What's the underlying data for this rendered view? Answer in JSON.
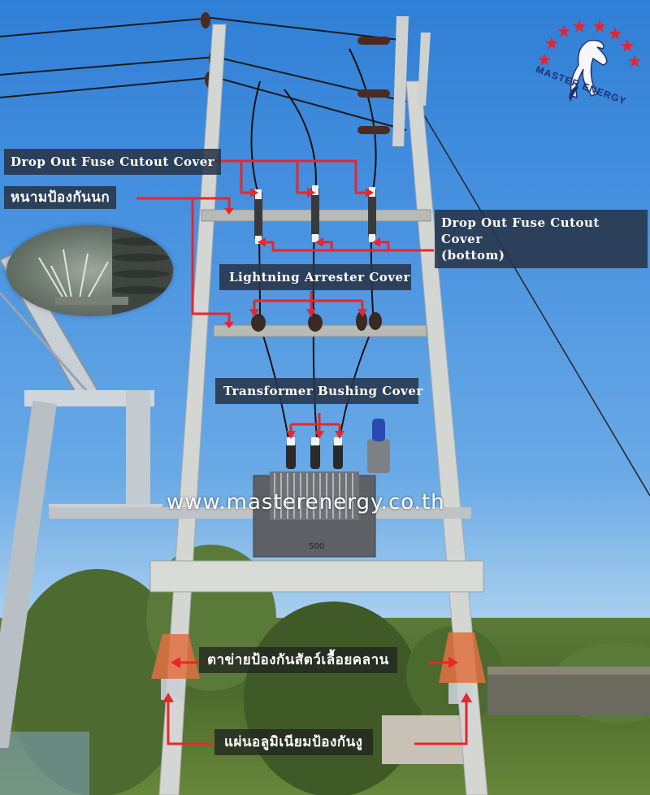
{
  "diagram": {
    "type": "annotated-photo",
    "subject": "Overhead electric pole with transformer and protective covers",
    "brand": {
      "name": "MASTER ENERGY",
      "star_count": 8,
      "colors": {
        "star": "#e5252a",
        "text": "#1e2f7a",
        "horse": "#ffffff"
      }
    },
    "website": "www.masterenergy.co.th",
    "transformer_plate": "500",
    "labels": [
      {
        "id": "drop-out-fuse-cutout-cover",
        "text": "Drop Out Fuse Cutout Cover"
      },
      {
        "id": "bird-guard-spikes",
        "text": "หนามป้องกันนก"
      },
      {
        "id": "drop-out-fuse-cutout-cover-bottom",
        "line1": "Drop Out Fuse Cutout Cover",
        "line2": "(bottom)"
      },
      {
        "id": "lightning-arrester-cover",
        "text": "Lightning Arrester Cover"
      },
      {
        "id": "transformer-bushing-cover",
        "text": "Transformer Bushing Cover"
      },
      {
        "id": "reptile-guard-mesh",
        "text": "ตาข่ายป้องกันสัตว์เลื้อยคลาน"
      },
      {
        "id": "snake-guard-aluminum-sheet",
        "text": "แผ่นอลูมิเนียมป้องกันงู"
      }
    ],
    "arrow_color": "#e8262b",
    "label_background": "#283448"
  }
}
